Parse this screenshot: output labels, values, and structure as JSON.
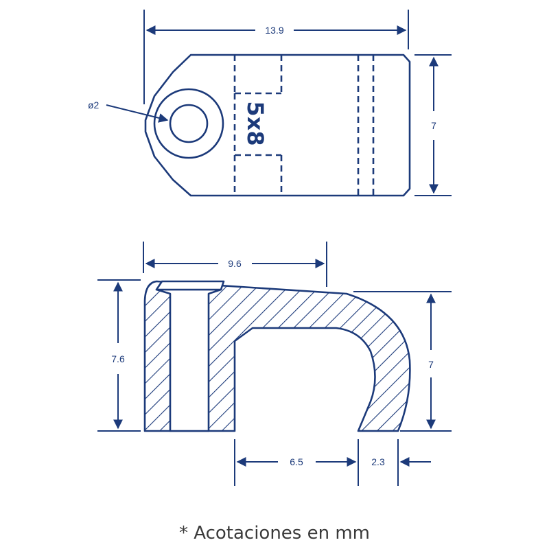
{
  "colors": {
    "ink": "#1c3a7a",
    "background": "#ffffff"
  },
  "top_view": {
    "width_dim": "13.9",
    "height_dim": "7",
    "hole_dim": "ø2",
    "size_label": "5x8"
  },
  "section_view": {
    "top_dim": "9.6",
    "left_height_dim": "7.6",
    "right_height_dim": "7",
    "opening_dim": "6.5",
    "lip_dim": "2.3"
  },
  "note": "* Acotaciones en mm"
}
